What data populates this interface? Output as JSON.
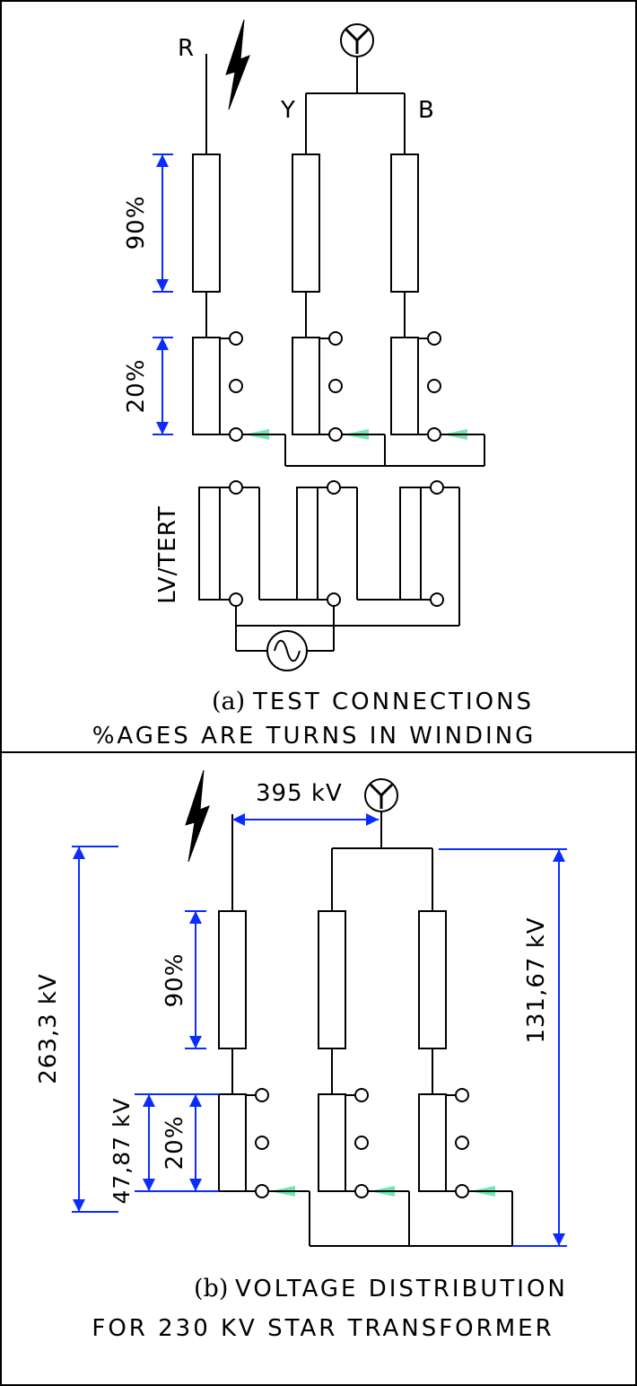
{
  "panel_a": {
    "phase_r": "R",
    "phase_y": "Y",
    "phase_b": "B",
    "label_90": "90%",
    "label_20": "20%",
    "label_lv": "LV/TERT",
    "caption_letter": "(a)",
    "caption_line1": "TEST CONNECTIONS",
    "caption_line2": "%AGES ARE TURNS IN WINDING"
  },
  "panel_b": {
    "label_395": "395 kV",
    "label_263": "263,3 kV",
    "label_131": "131,67 kV",
    "label_47": "47,87 kV",
    "label_90": "90%",
    "label_20": "20%",
    "caption_letter": "(b)",
    "caption_line1": "VOLTAGE DISTRIBUTION",
    "caption_line2": "FOR 230 KV STAR TRANSFORMER"
  },
  "colors": {
    "wire": "#000000",
    "dimension": "#0a2cff",
    "tap_arrow": "#6fe8b4"
  }
}
